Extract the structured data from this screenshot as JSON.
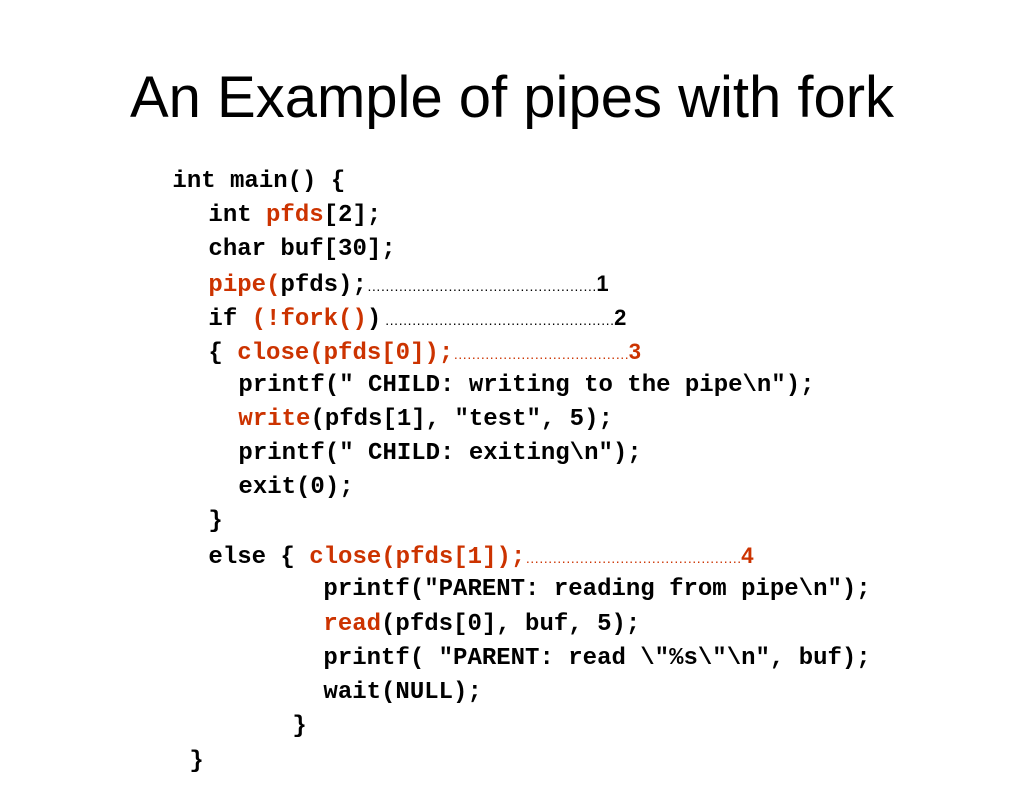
{
  "slide": {
    "title": "An Example of pipes with fork"
  },
  "code": {
    "l1": "int main() {",
    "l2_a": "int ",
    "l2_b": "pfds",
    "l2_c": "[2];",
    "l3": "char buf[30];",
    "l4_a": "pipe(",
    "l4_b": "pfds);",
    "l4_dots": "……………………………………………",
    "l4_num": "1",
    "l5_a": "if ",
    "l5_b": "(!fork()",
    "l5_c": ")",
    "l5_dots": " ……………………………………………",
    "l5_num": "2",
    "l6_a": "{ ",
    "l6_b": "close(pfds[0]);",
    "l6_dots": "…………………………………",
    "l6_num": "3",
    "l7": "printf(\" CHILD: writing to the pipe\\n\");",
    "l8_a": "write",
    "l8_b": "(pfds[1], \"test\", 5);",
    "l9": "printf(\" CHILD: exiting\\n\");",
    "l10": "exit(0);",
    "l11": "}",
    "l12_a": "else { ",
    "l12_b": "close(pfds[1]);",
    "l12_dots": "…………………………………………",
    "l12_num": "4",
    "l13": "printf(\"PARENT: reading from pipe\\n\");",
    "l14_a": "read",
    "l14_b": "(pfds[0], buf, 5);",
    "l15": "printf( \"PARENT: read \\\"%s\\\"\\n\", buf);",
    "l16": "wait(NULL);",
    "l17": "}",
    "l18": "}"
  },
  "colors": {
    "highlight": "#cc3300",
    "text": "#000000",
    "background": "#ffffff"
  }
}
